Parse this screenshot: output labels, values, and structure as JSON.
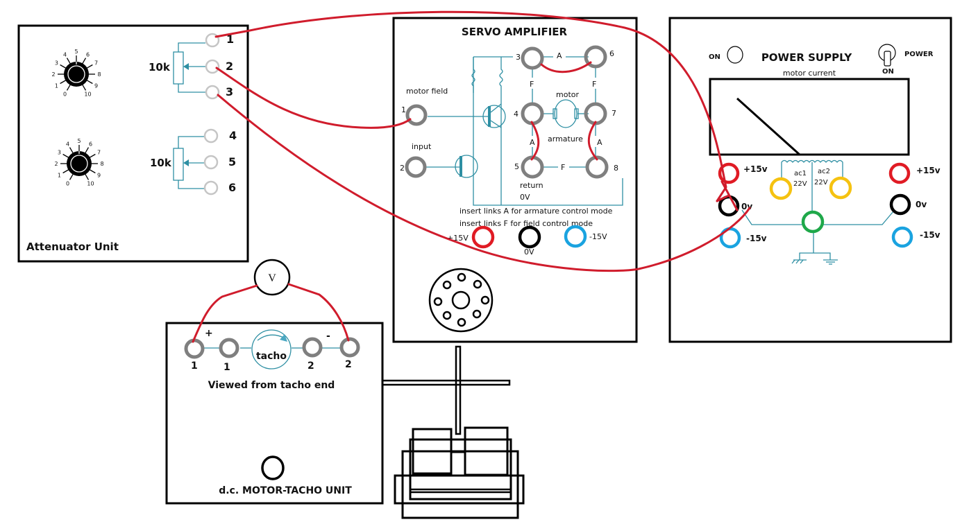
{
  "diagram_title": "Servo system wiring diagram",
  "colors": {
    "wire": "#d01c2c",
    "circuit": "#2e8fa3",
    "socket_grey": "#7f7f7f",
    "socket_light": "#c5c5c5",
    "plus15": "#e01b24",
    "zero": "#000000",
    "minus15": "#1aa3e0",
    "ac": "#f5c211",
    "ground": "#1fa84a"
  },
  "attenuator": {
    "title": "Attenuator Unit",
    "dial_marks": [
      "0",
      "1",
      "2",
      "3",
      "4",
      "5",
      "6",
      "7",
      "8",
      "9",
      "10"
    ],
    "pot1": {
      "label": "10k",
      "terminals": [
        "1",
        "2",
        "3"
      ]
    },
    "pot2": {
      "label": "10k",
      "terminals": [
        "4",
        "5",
        "6"
      ]
    }
  },
  "servo": {
    "title": "SERVO AMPLIFIER",
    "motor_field_label": "motor field",
    "input_label": "input",
    "terminals": [
      "1",
      "2",
      "3",
      "4",
      "5",
      "6",
      "7",
      "8"
    ],
    "link_A": "A",
    "link_F": "F",
    "motor_label": "motor",
    "armature_label": "armature",
    "return_label": "return",
    "zero_v_label": "0V",
    "note1": "insert links A for armature control mode",
    "note2": "insert links F for field control mode",
    "supply": {
      "plus": "+15V",
      "zero": "0V",
      "minus": "-15V"
    }
  },
  "power_supply": {
    "title": "POWER SUPPLY",
    "on_indicator_label": "ON",
    "power_switch_label": "POWER",
    "switch_state": "ON",
    "meter_label": "motor current",
    "left": {
      "plus": "+15v",
      "zero": "0v",
      "minus": "-15v"
    },
    "right": {
      "plus": "+15v",
      "zero": "0v",
      "minus": "-15v"
    },
    "ac1_label": "ac1",
    "ac1_volts": "22V",
    "ac2_label": "ac2",
    "ac2_volts": "22V"
  },
  "motor_tacho": {
    "title": "d.c. MOTOR-TACHO UNIT",
    "subtitle": "Viewed from tacho end",
    "tacho_label": "tacho",
    "terminals": [
      "1",
      "1",
      "2",
      "2"
    ],
    "plus_sign": "+",
    "minus_sign": "-"
  },
  "voltmeter": {
    "label": "V"
  }
}
